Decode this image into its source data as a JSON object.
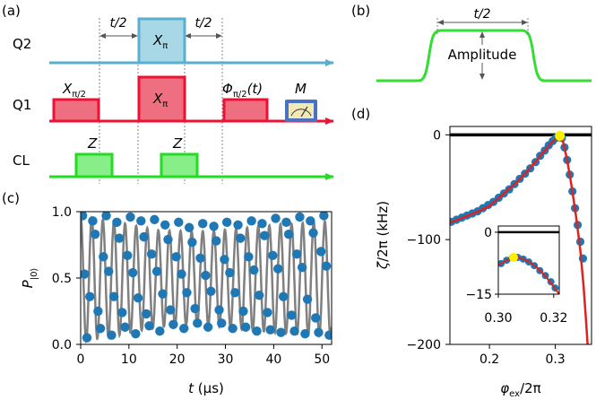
{
  "panel_labels": {
    "a": "(a)",
    "b": "(b)",
    "c": "(c)",
    "d": "(d)"
  },
  "colors": {
    "q2": "#5aaed0",
    "q2_fill": "#a8d8e6",
    "q1": "#ee1133",
    "q1_fill": "#ee7080",
    "cl": "#22dd22",
    "cl_fill": "#88ee88",
    "pulse_b": "#33dd33",
    "data": "#1f77b4",
    "fit_c": "#808080",
    "fit_d": "#dd2222",
    "marker": "#ffee00"
  },
  "sequence": {
    "channels": {
      "q2": "Q2",
      "q1": "Q1",
      "cl": "CL"
    },
    "delay_label": "t/2",
    "q2_pulse": {
      "base": "X",
      "sub": "π"
    },
    "q1_first": {
      "base": "X",
      "sub": "π/2"
    },
    "q1_pi": {
      "base": "X",
      "sub": "π"
    },
    "q1_phase": {
      "base": "Φ",
      "sub": "π/2",
      "arg": "(t)"
    },
    "measure": "M",
    "cl_pulse": "Z"
  },
  "pulse_shape": {
    "width_label": "t/2",
    "amplitude_label": "Amplitude"
  },
  "chart_data": [
    {
      "panel": "(c)",
      "type": "scatter",
      "xlabel_base": "t",
      "xlabel_unit": "(μs)",
      "ylabel_base": "P",
      "ylabel_sub": "|0⟩",
      "xlim": [
        0,
        52
      ],
      "ylim": [
        0,
        1
      ],
      "xticks": [
        "0",
        "10",
        "20",
        "30",
        "40",
        "50"
      ],
      "yticks": [
        "0.0",
        "0.5",
        "1.0"
      ],
      "period_us": 2.3,
      "series": [
        {
          "role": "fit",
          "kind": "line",
          "upper_envelope": [
            [
              0,
              0.97
            ],
            [
              8,
              0.92
            ],
            [
              16,
              0.86
            ],
            [
              24,
              0.85
            ],
            [
              32,
              0.87
            ],
            [
              40,
              0.9
            ],
            [
              52,
              0.93
            ]
          ],
          "lower_envelope": [
            [
              0,
              0.02
            ],
            [
              8,
              0.07
            ],
            [
              16,
              0.13
            ],
            [
              24,
              0.15
            ],
            [
              32,
              0.12
            ],
            [
              40,
              0.09
            ],
            [
              52,
              0.06
            ]
          ]
        },
        {
          "role": "data",
          "kind": "points",
          "points": [
            [
              0.4,
              0.97
            ],
            [
              0.8,
              0.53
            ],
            [
              1.3,
              0.05
            ],
            [
              1.9,
              0.36
            ],
            [
              2.5,
              0.93
            ],
            [
              3.0,
              0.83
            ],
            [
              3.6,
              0.25
            ],
            [
              4.1,
              0.12
            ],
            [
              4.7,
              0.66
            ],
            [
              5.3,
              0.97
            ],
            [
              5.8,
              0.55
            ],
            [
              6.4,
              0.07
            ],
            [
              6.9,
              0.36
            ],
            [
              7.5,
              0.92
            ],
            [
              8.0,
              0.8
            ],
            [
              8.6,
              0.24
            ],
            [
              9.2,
              0.13
            ],
            [
              9.7,
              0.67
            ],
            [
              10.3,
              0.96
            ],
            [
              10.8,
              0.54
            ],
            [
              11.4,
              0.08
            ],
            [
              11.9,
              0.35
            ],
            [
              12.5,
              0.93
            ],
            [
              13.1,
              0.81
            ],
            [
              13.6,
              0.23
            ],
            [
              14.2,
              0.14
            ],
            [
              14.7,
              0.68
            ],
            [
              15.3,
              0.94
            ],
            [
              15.8,
              0.55
            ],
            [
              16.4,
              0.1
            ],
            [
              17.0,
              0.38
            ],
            [
              17.5,
              0.9
            ],
            [
              18.1,
              0.79
            ],
            [
              18.6,
              0.26
            ],
            [
              19.2,
              0.15
            ],
            [
              19.8,
              0.66
            ],
            [
              20.3,
              0.92
            ],
            [
              20.9,
              0.53
            ],
            [
              21.4,
              0.12
            ],
            [
              22.0,
              0.39
            ],
            [
              22.5,
              0.88
            ],
            [
              23.1,
              0.77
            ],
            [
              23.7,
              0.27
            ],
            [
              24.2,
              0.16
            ],
            [
              24.8,
              0.65
            ],
            [
              25.3,
              0.91
            ],
            [
              25.9,
              0.52
            ],
            [
              26.4,
              0.13
            ],
            [
              27.0,
              0.4
            ],
            [
              27.6,
              0.89
            ],
            [
              28.1,
              0.78
            ],
            [
              28.7,
              0.26
            ],
            [
              29.2,
              0.16
            ],
            [
              29.8,
              0.64
            ],
            [
              30.3,
              0.92
            ],
            [
              30.9,
              0.54
            ],
            [
              31.5,
              0.12
            ],
            [
              32.0,
              0.39
            ],
            [
              32.6,
              0.9
            ],
            [
              33.1,
              0.8
            ],
            [
              33.7,
              0.25
            ],
            [
              34.2,
              0.13
            ],
            [
              34.8,
              0.66
            ],
            [
              35.4,
              0.93
            ],
            [
              35.9,
              0.56
            ],
            [
              36.5,
              0.1
            ],
            [
              37.0,
              0.37
            ],
            [
              37.6,
              0.91
            ],
            [
              38.1,
              0.82
            ],
            [
              38.7,
              0.24
            ],
            [
              39.3,
              0.11
            ],
            [
              39.8,
              0.67
            ],
            [
              40.4,
              0.95
            ],
            [
              40.9,
              0.57
            ],
            [
              41.5,
              0.09
            ],
            [
              42.0,
              0.36
            ],
            [
              42.6,
              0.92
            ],
            [
              43.1,
              0.83
            ],
            [
              43.7,
              0.22
            ],
            [
              44.3,
              0.1
            ],
            [
              44.8,
              0.68
            ],
            [
              45.4,
              0.96
            ],
            [
              45.9,
              0.58
            ],
            [
              46.5,
              0.08
            ],
            [
              47.0,
              0.34
            ],
            [
              47.6,
              0.93
            ],
            [
              48.2,
              0.84
            ],
            [
              48.7,
              0.2
            ],
            [
              49.3,
              0.09
            ],
            [
              49.8,
              0.7
            ],
            [
              50.4,
              0.97
            ],
            [
              50.9,
              0.59
            ],
            [
              51.5,
              0.07
            ]
          ]
        }
      ]
    },
    {
      "panel": "(d)",
      "type": "scatter",
      "xlabel_base": "φ",
      "xlabel_sub": "ex",
      "xlabel_rest": "/2π",
      "ylabel_base": "ζ",
      "ylabel_rest": "/2π (kHz)",
      "xlim": [
        0.14,
        0.355
      ],
      "ylim": [
        -200,
        8
      ],
      "xticks": [
        "0.2",
        "0.3"
      ],
      "yticks": [
        "0",
        "−100",
        "−200"
      ],
      "series": [
        {
          "role": "data",
          "kind": "points",
          "points": [
            [
              0.142,
              -83
            ],
            [
              0.15,
              -81
            ],
            [
              0.158,
              -79
            ],
            [
              0.166,
              -77
            ],
            [
              0.174,
              -75
            ],
            [
              0.182,
              -73
            ],
            [
              0.19,
              -70
            ],
            [
              0.198,
              -67
            ],
            [
              0.206,
              -64
            ],
            [
              0.214,
              -60
            ],
            [
              0.222,
              -56
            ],
            [
              0.23,
              -52
            ],
            [
              0.238,
              -47
            ],
            [
              0.246,
              -42
            ],
            [
              0.254,
              -37
            ],
            [
              0.262,
              -32
            ],
            [
              0.27,
              -26
            ],
            [
              0.277,
              -20
            ],
            [
              0.284,
              -15
            ],
            [
              0.29,
              -10
            ],
            [
              0.296,
              -6
            ],
            [
              0.301,
              -3
            ],
            [
              0.306,
              -1
            ],
            [
              0.31,
              -3
            ],
            [
              0.314,
              -12
            ],
            [
              0.318,
              -24
            ],
            [
              0.322,
              -38
            ],
            [
              0.326,
              -54
            ],
            [
              0.33,
              -70
            ],
            [
              0.334,
              -86
            ],
            [
              0.338,
              -102
            ],
            [
              0.342,
              -118
            ]
          ]
        },
        {
          "role": "fit",
          "kind": "line",
          "points": [
            [
              0.14,
              -84
            ],
            [
              0.16,
              -79
            ],
            [
              0.18,
              -74
            ],
            [
              0.2,
              -68
            ],
            [
              0.22,
              -57
            ],
            [
              0.24,
              -46
            ],
            [
              0.26,
              -33
            ],
            [
              0.28,
              -18
            ],
            [
              0.295,
              -7
            ],
            [
              0.307,
              -1
            ],
            [
              0.312,
              -7
            ],
            [
              0.318,
              -24
            ],
            [
              0.325,
              -50
            ],
            [
              0.332,
              -80
            ],
            [
              0.338,
              -110
            ],
            [
              0.343,
              -145
            ],
            [
              0.347,
              -180
            ],
            [
              0.349,
              -200
            ]
          ]
        },
        {
          "role": "reference",
          "kind": "hline",
          "y": 0
        },
        {
          "role": "highlight",
          "kind": "point",
          "x": 0.307,
          "y": -1
        }
      ],
      "inset": {
        "xlim": [
          0.3,
          0.322
        ],
        "ylim": [
          -15,
          1.5
        ],
        "xticks": [
          "0.30",
          "0.32"
        ],
        "yticks": [
          "0",
          "−15"
        ],
        "data": [
          [
            0.301,
            -7.6
          ],
          [
            0.303,
            -6.8
          ],
          [
            0.305,
            -6.2
          ],
          [
            0.307,
            -6.1
          ],
          [
            0.309,
            -6.5
          ],
          [
            0.311,
            -7.2
          ],
          [
            0.313,
            -8.1
          ],
          [
            0.315,
            -9.3
          ],
          [
            0.317,
            -10.5
          ],
          [
            0.319,
            -12
          ],
          [
            0.3205,
            -13.5
          ]
        ],
        "fit": [
          [
            0.3,
            -8
          ],
          [
            0.303,
            -6.8
          ],
          [
            0.306,
            -6.1
          ],
          [
            0.308,
            -6.2
          ],
          [
            0.311,
            -7.1
          ],
          [
            0.314,
            -8.6
          ],
          [
            0.317,
            -10.6
          ],
          [
            0.32,
            -13.2
          ],
          [
            0.322,
            -15
          ]
        ],
        "reference_y": 0,
        "highlight": [
          0.3055,
          -6.1
        ]
      }
    }
  ]
}
